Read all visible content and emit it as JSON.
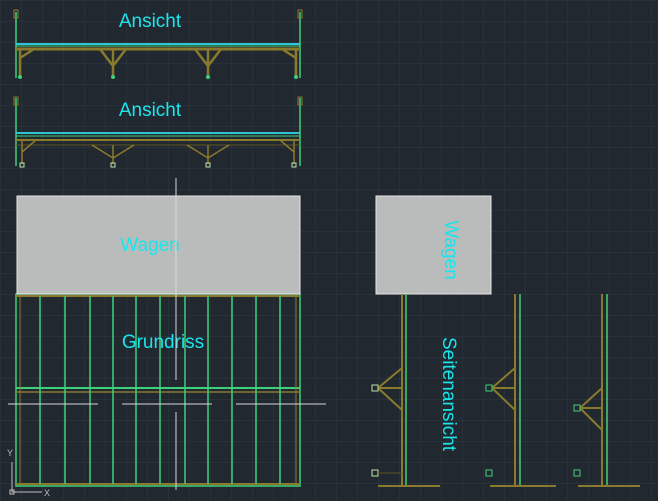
{
  "colors": {
    "background": "#212830",
    "grid": "#2f3843",
    "label": "#19e6ec",
    "wagon_fill": "#c8c8c8",
    "wood": "#8a7a2c",
    "wood_dark": "#5f5420",
    "beam_green": "#3fd07a",
    "beam_cyan": "#2ec4d6",
    "crosshair": "#d8d8d8",
    "connector": "#bfe4a8"
  },
  "labels": {
    "view_top": "Ansicht",
    "view_second": "Ansicht",
    "wagon_plan": "Wagen",
    "floor_plan": "Grundriss",
    "wagon_side": "Wagen",
    "side_view": "Seitenansicht"
  },
  "ucs": {
    "y_axis": "Y",
    "x_axis": "X"
  }
}
